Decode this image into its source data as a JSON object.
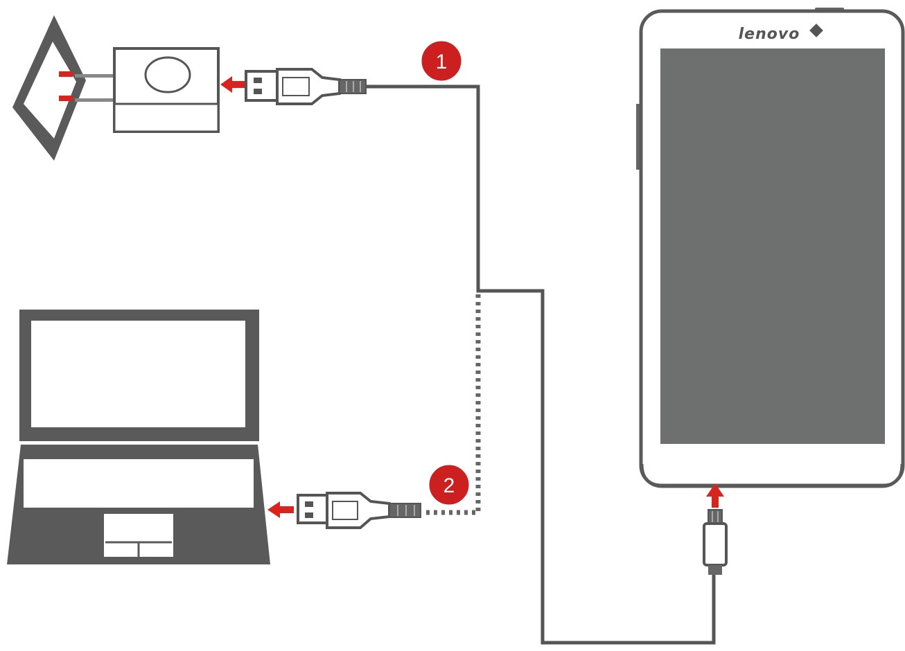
{
  "steps": [
    {
      "number": "1",
      "color": "#cc1f1f",
      "label": "wall-charger-connection"
    },
    {
      "number": "2",
      "color": "#cc1f1f",
      "label": "computer-usb-connection"
    }
  ],
  "device": {
    "brand": "lenovo",
    "screen_color": "#6e706f",
    "frame_color": "#ffffff"
  },
  "colors": {
    "cable": "#555555",
    "arrow": "#d9231d",
    "outline": "#555555"
  },
  "icons": [
    "wall-outlet-icon",
    "power-adapter-icon",
    "usb-plug-icon",
    "laptop-icon",
    "phone-icon",
    "arrow-icon"
  ]
}
